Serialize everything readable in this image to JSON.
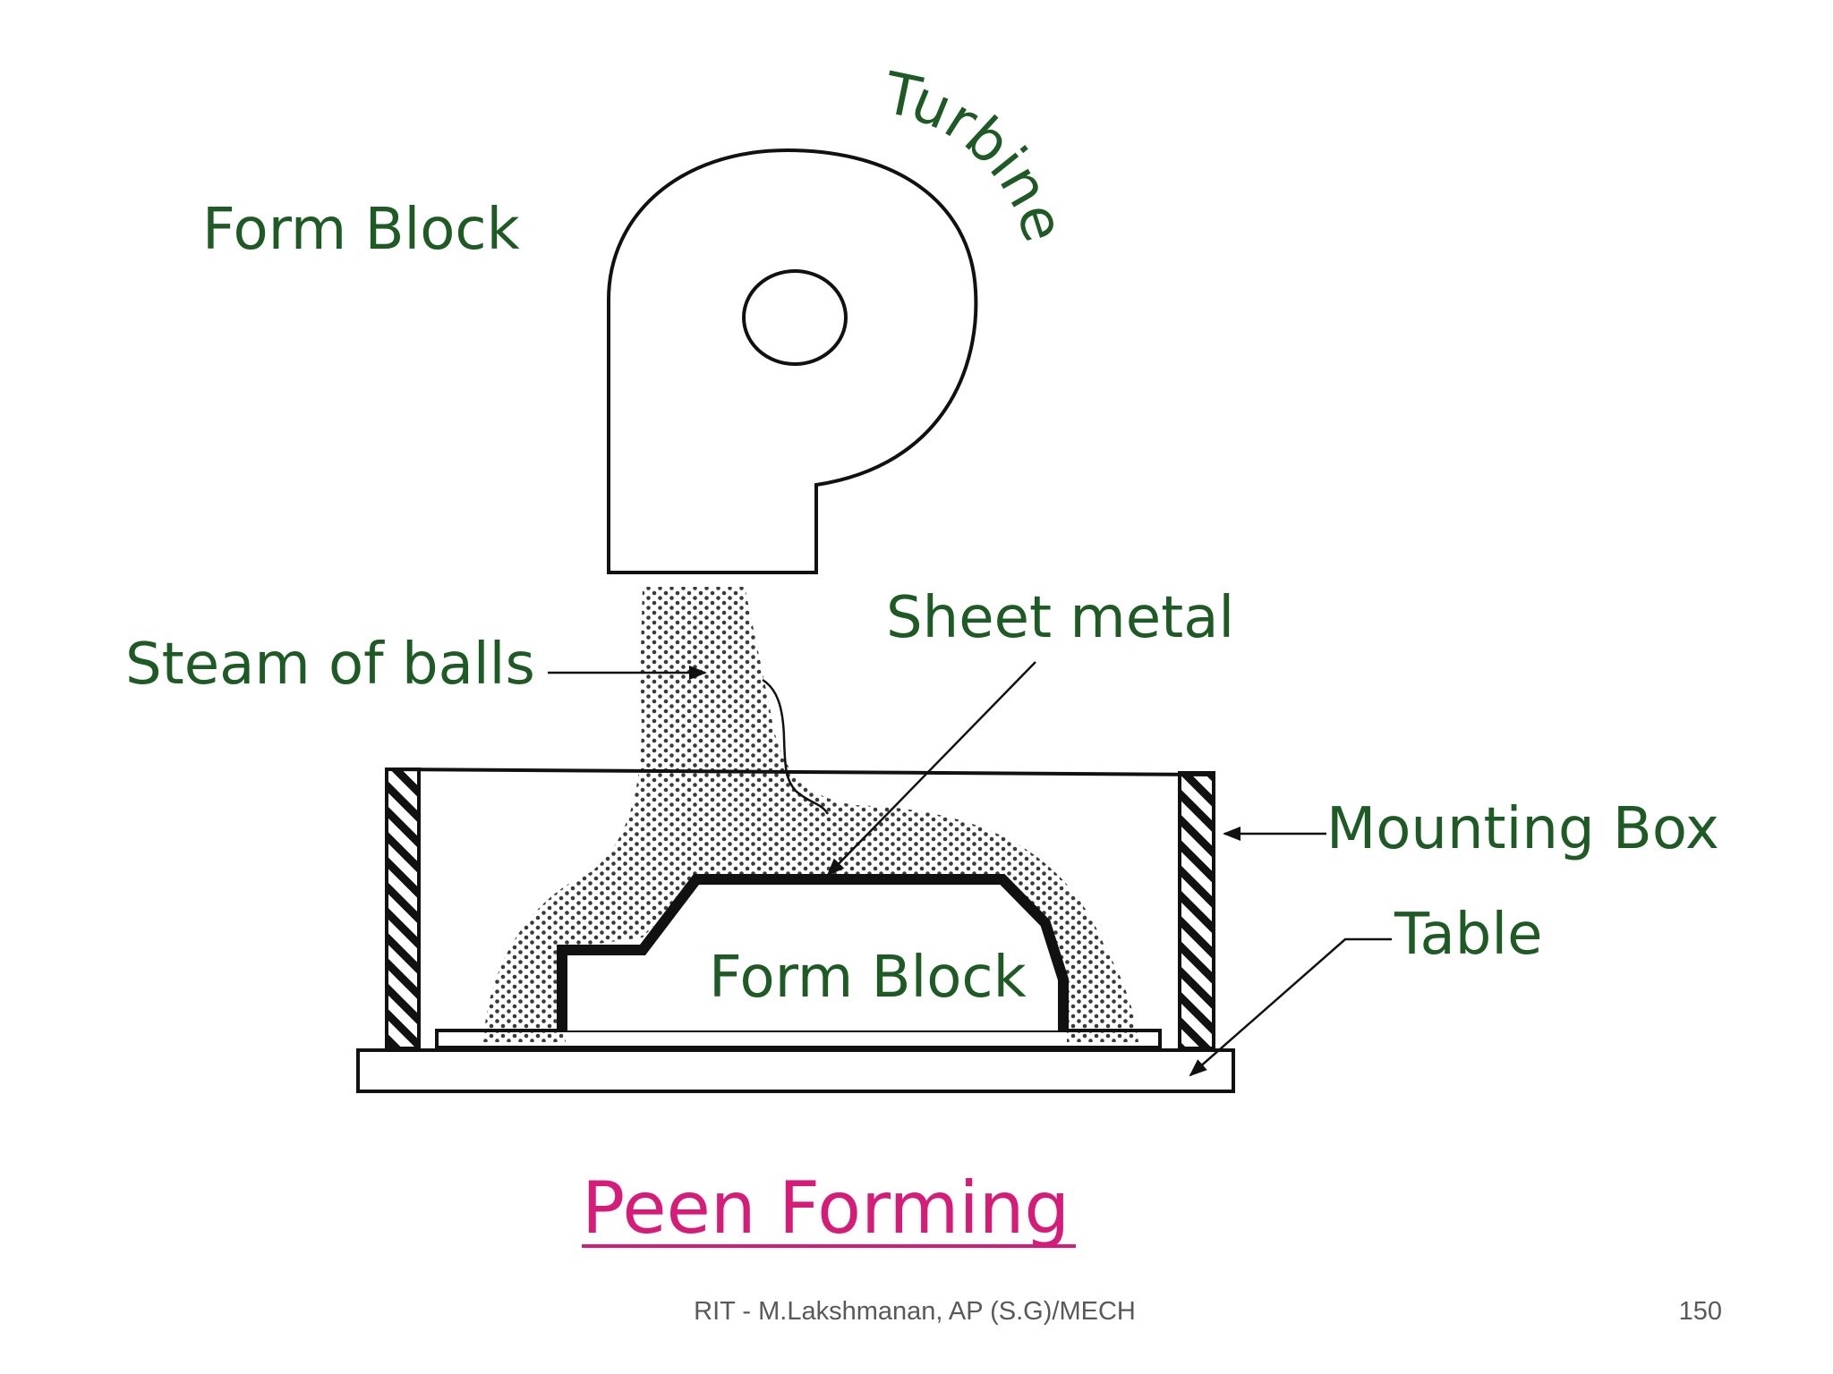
{
  "diagram": {
    "labels": {
      "form_block_top": "Form Block",
      "turbine": "Turbine",
      "steam_of_balls": "Steam of balls",
      "sheet_metal": "Sheet metal",
      "mounting_box": "Mounting Box",
      "table": "Table",
      "form_block_inner": "Form Block"
    },
    "title": "Peen Forming"
  },
  "footer": {
    "author": "RIT - M.Lakshmanan, AP (S.G)/MECH",
    "page_number": "150"
  },
  "colors": {
    "label_green": "#1e5a24",
    "title_magenta": "#d61c79",
    "footer_gray": "#595959",
    "line_black": "#111111"
  }
}
